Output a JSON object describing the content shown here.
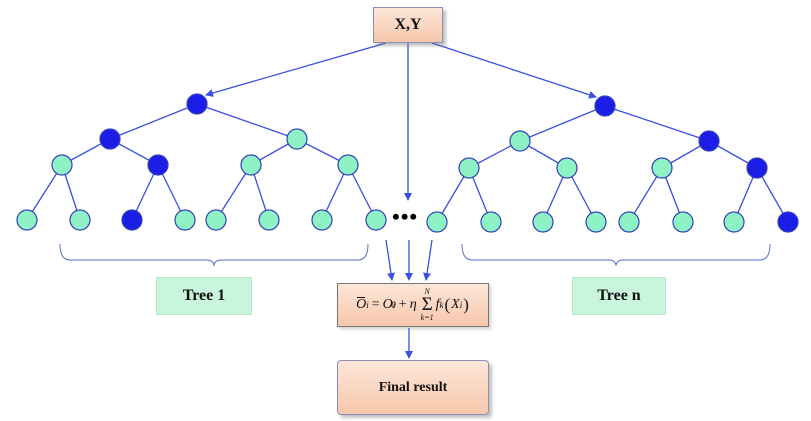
{
  "diagram": {
    "input_label": "X,Y",
    "tree_labels": [
      "Tree 1",
      "Tree n"
    ],
    "ellipsis": "•••",
    "final_label": "Final result",
    "formula": {
      "lhs": "O",
      "lhs_sub": "i",
      "eq": "=",
      "base": "O",
      "base_sub": "i",
      "base_sup": "0",
      "plus": "+",
      "eta": "η",
      "sum_upper": "N",
      "sum_lower": "k=1",
      "sum": "Σ",
      "f": "f",
      "f_sub": "k",
      "lparen": "(",
      "x": "X",
      "x_sub": "i",
      "rparen": ")"
    },
    "colors": {
      "edge": "#3b4fe0",
      "leaf_fill": "#8ff2c4",
      "internal_fill": "#1d1de8",
      "node_stroke": "#3340b8",
      "box_fill": "#f9d5c0",
      "label_fill": "#c9f5dc"
    }
  }
}
